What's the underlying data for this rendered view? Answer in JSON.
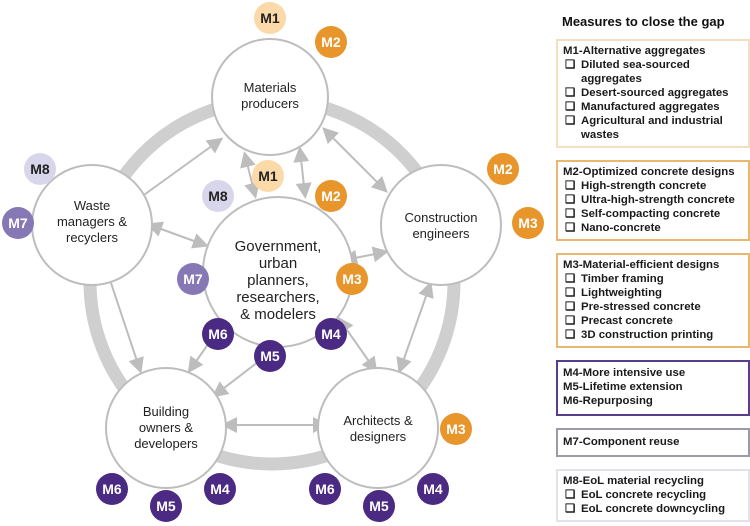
{
  "nodes": {
    "materials": [
      "Materials",
      "producers"
    ],
    "construction": [
      "Construction",
      "engineers"
    ],
    "architects": [
      "Architects &",
      "designers"
    ],
    "owners": [
      "Building",
      "owners &",
      "developers"
    ],
    "waste": [
      "Waste",
      "managers &",
      "recyclers"
    ],
    "center": [
      "Government,",
      "urban",
      "planners,",
      "researchers,",
      "& modelers"
    ]
  },
  "badge_labels": {
    "m1": "M1",
    "m2": "M2",
    "m3": "M3",
    "m4": "M4",
    "m5": "M5",
    "m6": "M6",
    "m7": "M7",
    "m8": "M8"
  },
  "colors": {
    "m1": "#fbd9a9",
    "m2": "#e8952b",
    "m3": "#e8952b",
    "m456": "#4a2a82",
    "m7": "#8677b5",
    "m8": "#d8d6ea",
    "ring": "#cfcfcf"
  },
  "panel": {
    "title": "Measures to close the gap",
    "checkbox": "❑",
    "m1": {
      "title": "M1-Alternative aggregates",
      "items": [
        "Diluted sea-sourced aggregates",
        "Desert-sourced aggregates",
        "Manufactured aggregates",
        "Agricultural and industrial wastes"
      ]
    },
    "m2": {
      "title": "M2-Optimized concrete designs",
      "items": [
        "High-strength concrete",
        "Ultra-high-strength concrete",
        "Self-compacting concrete",
        "Nano-concrete"
      ]
    },
    "m3": {
      "title": "M3-Material-efficient designs",
      "items": [
        "Timber framing",
        "Lightweighting",
        "Pre-stressed concrete",
        "Precast concrete",
        "3D construction printing"
      ]
    },
    "m456": {
      "lines": [
        "M4-More intensive use",
        "M5-Lifetime extension",
        "M6-Repurposing"
      ]
    },
    "m7": {
      "title": "M7-Component reuse"
    },
    "m8": {
      "title": "M8-EoL material recycling",
      "items": [
        "EoL concrete recycling",
        "EoL concrete downcycling"
      ]
    }
  }
}
